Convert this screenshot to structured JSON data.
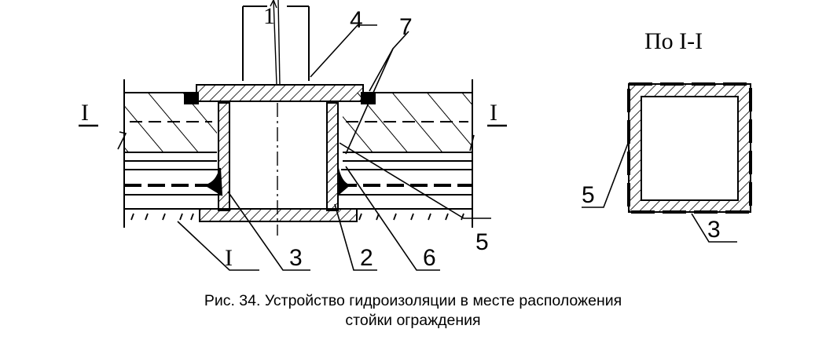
{
  "labels": {
    "l1": "1",
    "l2": "2",
    "l3": "3",
    "l4": "4",
    "l5": "5",
    "l6": "6",
    "l7": "7",
    "sectionLeft": "I",
    "sectionRight": "I",
    "sectionBottom": "I",
    "sectionTitle": "По I-I",
    "squareL5": "5",
    "squareL3": "3"
  },
  "caption": {
    "line1": "Рис. 34. Устройство гидроизоляции в месте расположения",
    "line2": "стойки ограждения"
  }
}
